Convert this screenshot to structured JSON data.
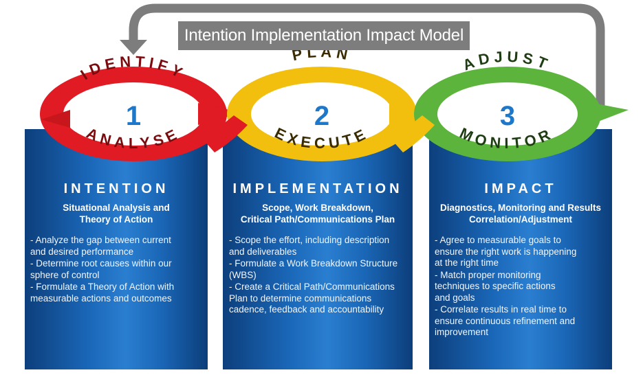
{
  "title": "Intention Implementation Impact Model",
  "colors": {
    "red": "#e01b23",
    "yellow": "#f3bf0f",
    "green": "#5db43c",
    "blue": "#1a67b8",
    "grey": "#7d7d7d",
    "number": "#1e78c9"
  },
  "cycles": [
    {
      "number": "1",
      "top_word": "IDENTIFY",
      "bottom_word": "ANALYSE",
      "heading": "INTENTION",
      "subtitle": "Situational Analysis and\nTheory of Action",
      "bullets": [
        "- Analyze the gap between current\n  and desired performance",
        "- Determine root causes within our\n  sphere of control",
        "- Formulate a Theory of Action with\n  measurable actions and outcomes"
      ]
    },
    {
      "number": "2",
      "top_word": "PLAN",
      "bottom_word": "EXECUTE",
      "heading": "IMPLEMENTATION",
      "subtitle": "Scope, Work Breakdown,\nCritical Path/Communications Plan",
      "bullets": [
        "- Scope the effort, including description\n  and deliverables",
        "- Formulate a Work Breakdown Structure\n  (WBS)",
        "- Create a Critical Path/Communications\n  Plan to determine communications\n  cadence, feedback and accountability"
      ]
    },
    {
      "number": "3",
      "top_word": "ADJUST",
      "bottom_word": "MONITOR",
      "heading": "IMPACT",
      "subtitle": "Diagnostics, Monitoring and Results\nCorrelation/Adjustment",
      "bullets": [
        "- Agree to measurable goals to\n  ensure the right work is happening\n  at the right time",
        "- Match proper monitoring\n  techniques to specific actions\n  and goals",
        "- Correlate results in real time to\n  ensure continuous refinement and\n  improvement"
      ]
    }
  ]
}
